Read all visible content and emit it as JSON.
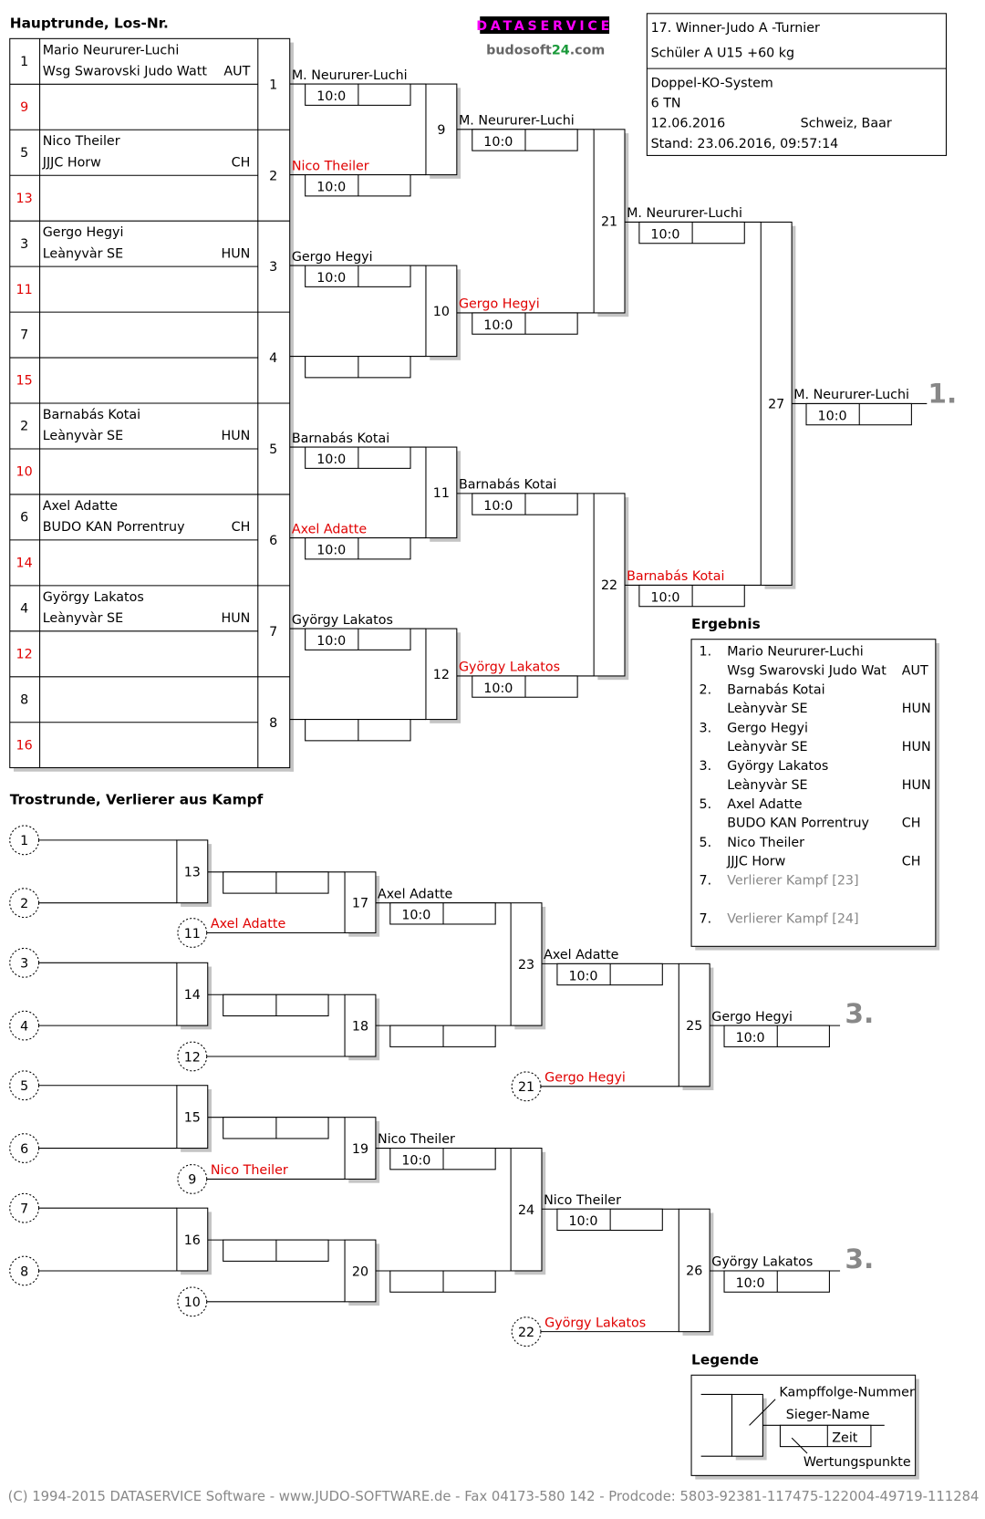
{
  "header": {
    "main_title": "Hauptrunde, Los-Nr.",
    "logo_top": "DATASERVICE",
    "logo_bottom_a": "budosoft",
    "logo_bottom_b": "24",
    "logo_bottom_c": ".com",
    "logo_colors": {
      "magenta": "#ff00ff",
      "green": "#1a9a3a",
      "gray": "#666666"
    }
  },
  "info": {
    "tournament": "17. Winner-Judo A -Turnier",
    "category": "Schüler A U15 +60 kg",
    "system": "Doppel-KO-System",
    "participants": "6 TN",
    "date": "12.06.2016",
    "location": "Schweiz, Baar",
    "stand": "Stand: 23.06.2016, 09:57:14"
  },
  "main": {
    "entries": [
      {
        "seed": "1",
        "name": "Mario Neururer-Luchi",
        "club": "Wsg  Swarovski  Judo  Watt",
        "nation": "AUT"
      },
      {
        "seed": "9"
      },
      {
        "seed": "5",
        "name": "Nico Theiler",
        "club": "JJJC Horw",
        "nation": "CH"
      },
      {
        "seed": "13"
      },
      {
        "seed": "3",
        "name": "Gergo Hegyi",
        "club": "Leànyvàr SE",
        "nation": "HUN"
      },
      {
        "seed": "11"
      },
      {
        "seed": "7"
      },
      {
        "seed": "15"
      },
      {
        "seed": "2",
        "name": "Barnabás Kotai",
        "club": "Leànyvàr SE",
        "nation": "HUN"
      },
      {
        "seed": "10"
      },
      {
        "seed": "6",
        "name": "Axel Adatte",
        "club": "BUDO KAN Porrentruy",
        "nation": "CH"
      },
      {
        "seed": "14"
      },
      {
        "seed": "4",
        "name": "György Lakatos",
        "club": "Leànyvàr SE",
        "nation": "HUN"
      },
      {
        "seed": "12"
      },
      {
        "seed": "8"
      },
      {
        "seed": "16"
      }
    ],
    "fights_r1": [
      "1",
      "2",
      "3",
      "4",
      "5",
      "6",
      "7",
      "8"
    ],
    "fights_r2": [
      "9",
      "10",
      "11",
      "12"
    ],
    "fights_r3": [
      "21",
      "22"
    ],
    "fights_r4": [
      "27"
    ],
    "round2": [
      {
        "name": "M. Neururer-Luchi",
        "score": "10:0"
      },
      {
        "name": "Nico Theiler",
        "score": "10:0",
        "red": true
      },
      {
        "name": "Gergo Hegyi",
        "score": "10:0"
      },
      {
        "name": "",
        "score": ""
      },
      {
        "name": "Barnabás Kotai",
        "score": "10:0"
      },
      {
        "name": "Axel Adatte",
        "score": "10:0",
        "red": true
      },
      {
        "name": "György Lakatos",
        "score": "10:0"
      },
      {
        "name": "",
        "score": ""
      }
    ],
    "round3": [
      {
        "name": "M. Neururer-Luchi",
        "score": "10:0"
      },
      {
        "name": "Gergo Hegyi",
        "score": "10:0",
        "red": true
      },
      {
        "name": "Barnabás Kotai",
        "score": "10:0"
      },
      {
        "name": "György Lakatos",
        "score": "10:0",
        "red": true
      }
    ],
    "round4": [
      {
        "name": "M. Neururer-Luchi",
        "score": "10:0"
      },
      {
        "name": "Barnabás Kotai",
        "score": "10:0",
        "red": true
      }
    ],
    "final": [
      {
        "name": "M. Neururer-Luchi",
        "score": "10:0"
      }
    ],
    "final_place": "1."
  },
  "repechage": {
    "title": "Trostrunde, Verlierer aus Kampf",
    "seed_circles": [
      "1",
      "2",
      "3",
      "4",
      "5",
      "6",
      "7",
      "8"
    ],
    "fights_a": [
      "13",
      "14",
      "15",
      "16"
    ],
    "round_b": [
      {
        "name": "",
        "score": ""
      },
      {
        "name": "",
        "score": ""
      },
      {
        "name": "",
        "score": ""
      },
      {
        "name": "",
        "score": ""
      }
    ],
    "loser_circles_b": [
      {
        "from": "11",
        "name": "Axel Adatte"
      },
      {
        "from": "12",
        "name": ""
      },
      {
        "from": "9",
        "name": "Nico Theiler"
      },
      {
        "from": "10",
        "name": ""
      }
    ],
    "fights_b": [
      "17",
      "18",
      "19",
      "20"
    ],
    "round_c": [
      {
        "name": "Axel Adatte",
        "score": "10:0"
      },
      {
        "name": "",
        "score": ""
      },
      {
        "name": "Nico Theiler",
        "score": "10:0"
      },
      {
        "name": "",
        "score": ""
      }
    ],
    "fights_c": [
      "23",
      "24"
    ],
    "round_d": [
      {
        "name": "Axel Adatte",
        "score": "10:0"
      },
      {
        "name": "Nico Theiler",
        "score": "10:0"
      }
    ],
    "loser_circles_d": [
      {
        "from": "21",
        "name": "Gergo Hegyi"
      },
      {
        "from": "22",
        "name": "György Lakatos"
      }
    ],
    "fights_d": [
      "25",
      "26"
    ],
    "round_e": [
      {
        "name": "Gergo Hegyi",
        "score": "10:0"
      },
      {
        "name": "György Lakatos",
        "score": "10:0"
      }
    ],
    "places": [
      "3.",
      "3."
    ]
  },
  "results": {
    "title": "Ergebnis",
    "rows": [
      {
        "rank": "1.",
        "name": "Mario Neururer-Luchi",
        "club": "Wsg  Swarovski  Judo  Wat",
        "nation": "AUT"
      },
      {
        "rank": "2.",
        "name": "Barnabás Kotai",
        "club": "Leànyvàr SE",
        "nation": "HUN"
      },
      {
        "rank": "3.",
        "name": "Gergo Hegyi",
        "club": "Leànyvàr SE",
        "nation": "HUN"
      },
      {
        "rank": "3.",
        "name": "György Lakatos",
        "club": "Leànyvàr SE",
        "nation": "HUN"
      },
      {
        "rank": "5.",
        "name": "Axel Adatte",
        "club": "BUDO KAN Porrentruy",
        "nation": "CH"
      },
      {
        "rank": "5.",
        "name": "Nico Theiler",
        "club": "JJJC Horw",
        "nation": "CH"
      },
      {
        "rank": "7.",
        "name": "Verlierer Kampf [23]",
        "pending": true
      },
      {
        "rank": "7.",
        "name": "Verlierer Kampf [24]",
        "pending": true
      }
    ]
  },
  "legend": {
    "title": "Legende",
    "fight_number": "Kampffolge-Nummer",
    "winner_name": "Sieger-Name",
    "time": "Zeit",
    "points": "Wertungspunkte"
  },
  "footer": "(C) 1994-2015 DATASERVICE Software - www.JUDO-SOFTWARE.de - Fax 04173-580 142 - Prodcode: 5803-92381-117475-122004-49719-111284"
}
